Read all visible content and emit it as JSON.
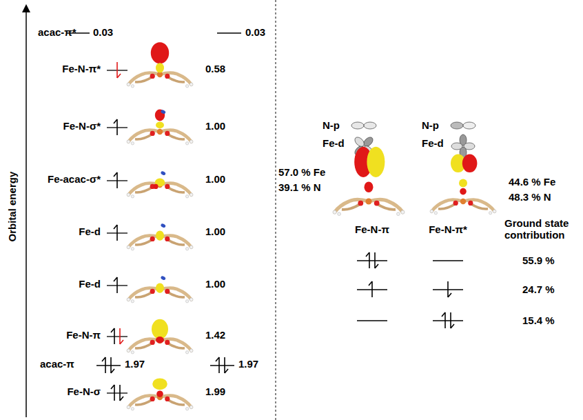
{
  "diagram": {
    "labels": [
      "Orbital energy",
      "acac-π*",
      "0.03",
      "0.03",
      "Fe-N-π*",
      "0.58",
      "Fe-N-σ*",
      "1.00",
      "Fe-acac-σ*",
      "1.00",
      "Fe-d",
      "1.00",
      "Fe-d",
      "1.00",
      "Fe-N-π",
      "1.42",
      "acac-π",
      "1.97",
      "1.97",
      "Fe-N-σ",
      "1.99",
      "N-p",
      "Fe-d",
      "N-p",
      "Fe-d",
      "57.0 % Fe",
      "39.1 % N",
      "44.6 % Fe",
      "48.3 % N",
      "Fe-N-π",
      "Fe-N-π*",
      "Ground state contribution",
      "55.9 %",
      "24.7 %",
      "15.4 %"
    ]
  }
}
